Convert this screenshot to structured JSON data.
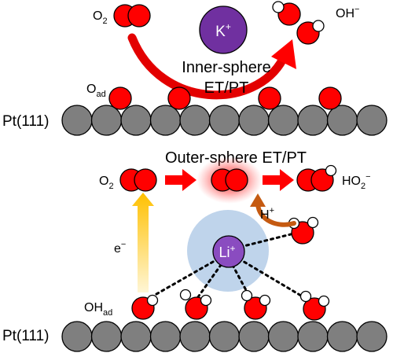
{
  "diagram": {
    "top_panel": {
      "surface_label": "Pt(111)",
      "o2_label": "O",
      "o2_sub": "2",
      "oad_label": "O",
      "oad_sub": "ad",
      "cation_label": "K",
      "cation_sup": "+",
      "product_label": "OH",
      "product_sup": "−",
      "mechanism_line1": "Inner-sphere",
      "mechanism_line2": "ET/PT"
    },
    "bottom_panel": {
      "title": "Outer-sphere ET/PT",
      "surface_label": "Pt(111)",
      "o2_label": "O",
      "o2_sub": "2",
      "product_label": "HO",
      "product_sub": "2",
      "product_sup": "−",
      "proton_label": "H",
      "proton_sup": "+",
      "electron_label": "e",
      "electron_sup": "−",
      "cation_label": "Li",
      "cation_sup": "+",
      "ohad_label": "OH",
      "ohad_sub": "ad"
    },
    "colors": {
      "pt_atom": "#7f7f7f",
      "oxygen": "#ff0000",
      "hydrogen": "#ffffff",
      "k_ion": "#7030a0",
      "li_ion": "#8a4cc0",
      "li_shell": "#b4cde8",
      "arrow_red": "#ff0000",
      "arrow_orange": "#c55a11",
      "arrow_yellow": "#ffc000"
    }
  }
}
